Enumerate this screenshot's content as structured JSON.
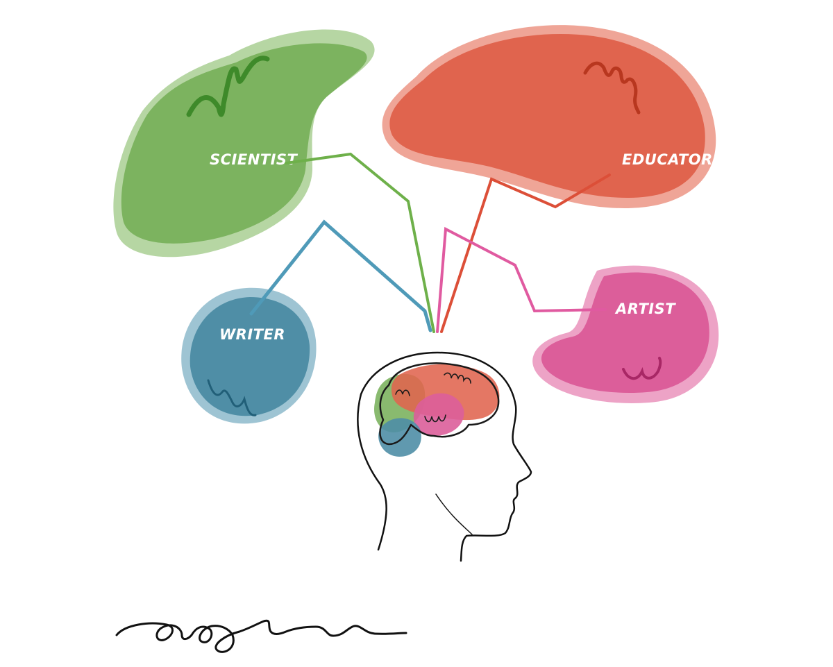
{
  "bubbles": {
    "scientist": {
      "label": "SCIENTIST",
      "color": "#7cb35f",
      "halo": "#a9cf93",
      "accent": "#3e8a2a"
    },
    "educator": {
      "label": "EDUCATOR",
      "color": "#e0644e",
      "halo": "#ec9585",
      "accent": "#b8371f"
    },
    "writer": {
      "label": "WRITER",
      "color": "#4f8ea6",
      "halo": "#8dbacb",
      "accent": "#215f78"
    },
    "artist": {
      "label": "ARTIST",
      "color": "#dc5e9a",
      "halo": "#ea93bc",
      "accent": "#a82765"
    }
  },
  "icons": [
    "head-profile-icon",
    "brain-icon",
    "signature-icon"
  ]
}
